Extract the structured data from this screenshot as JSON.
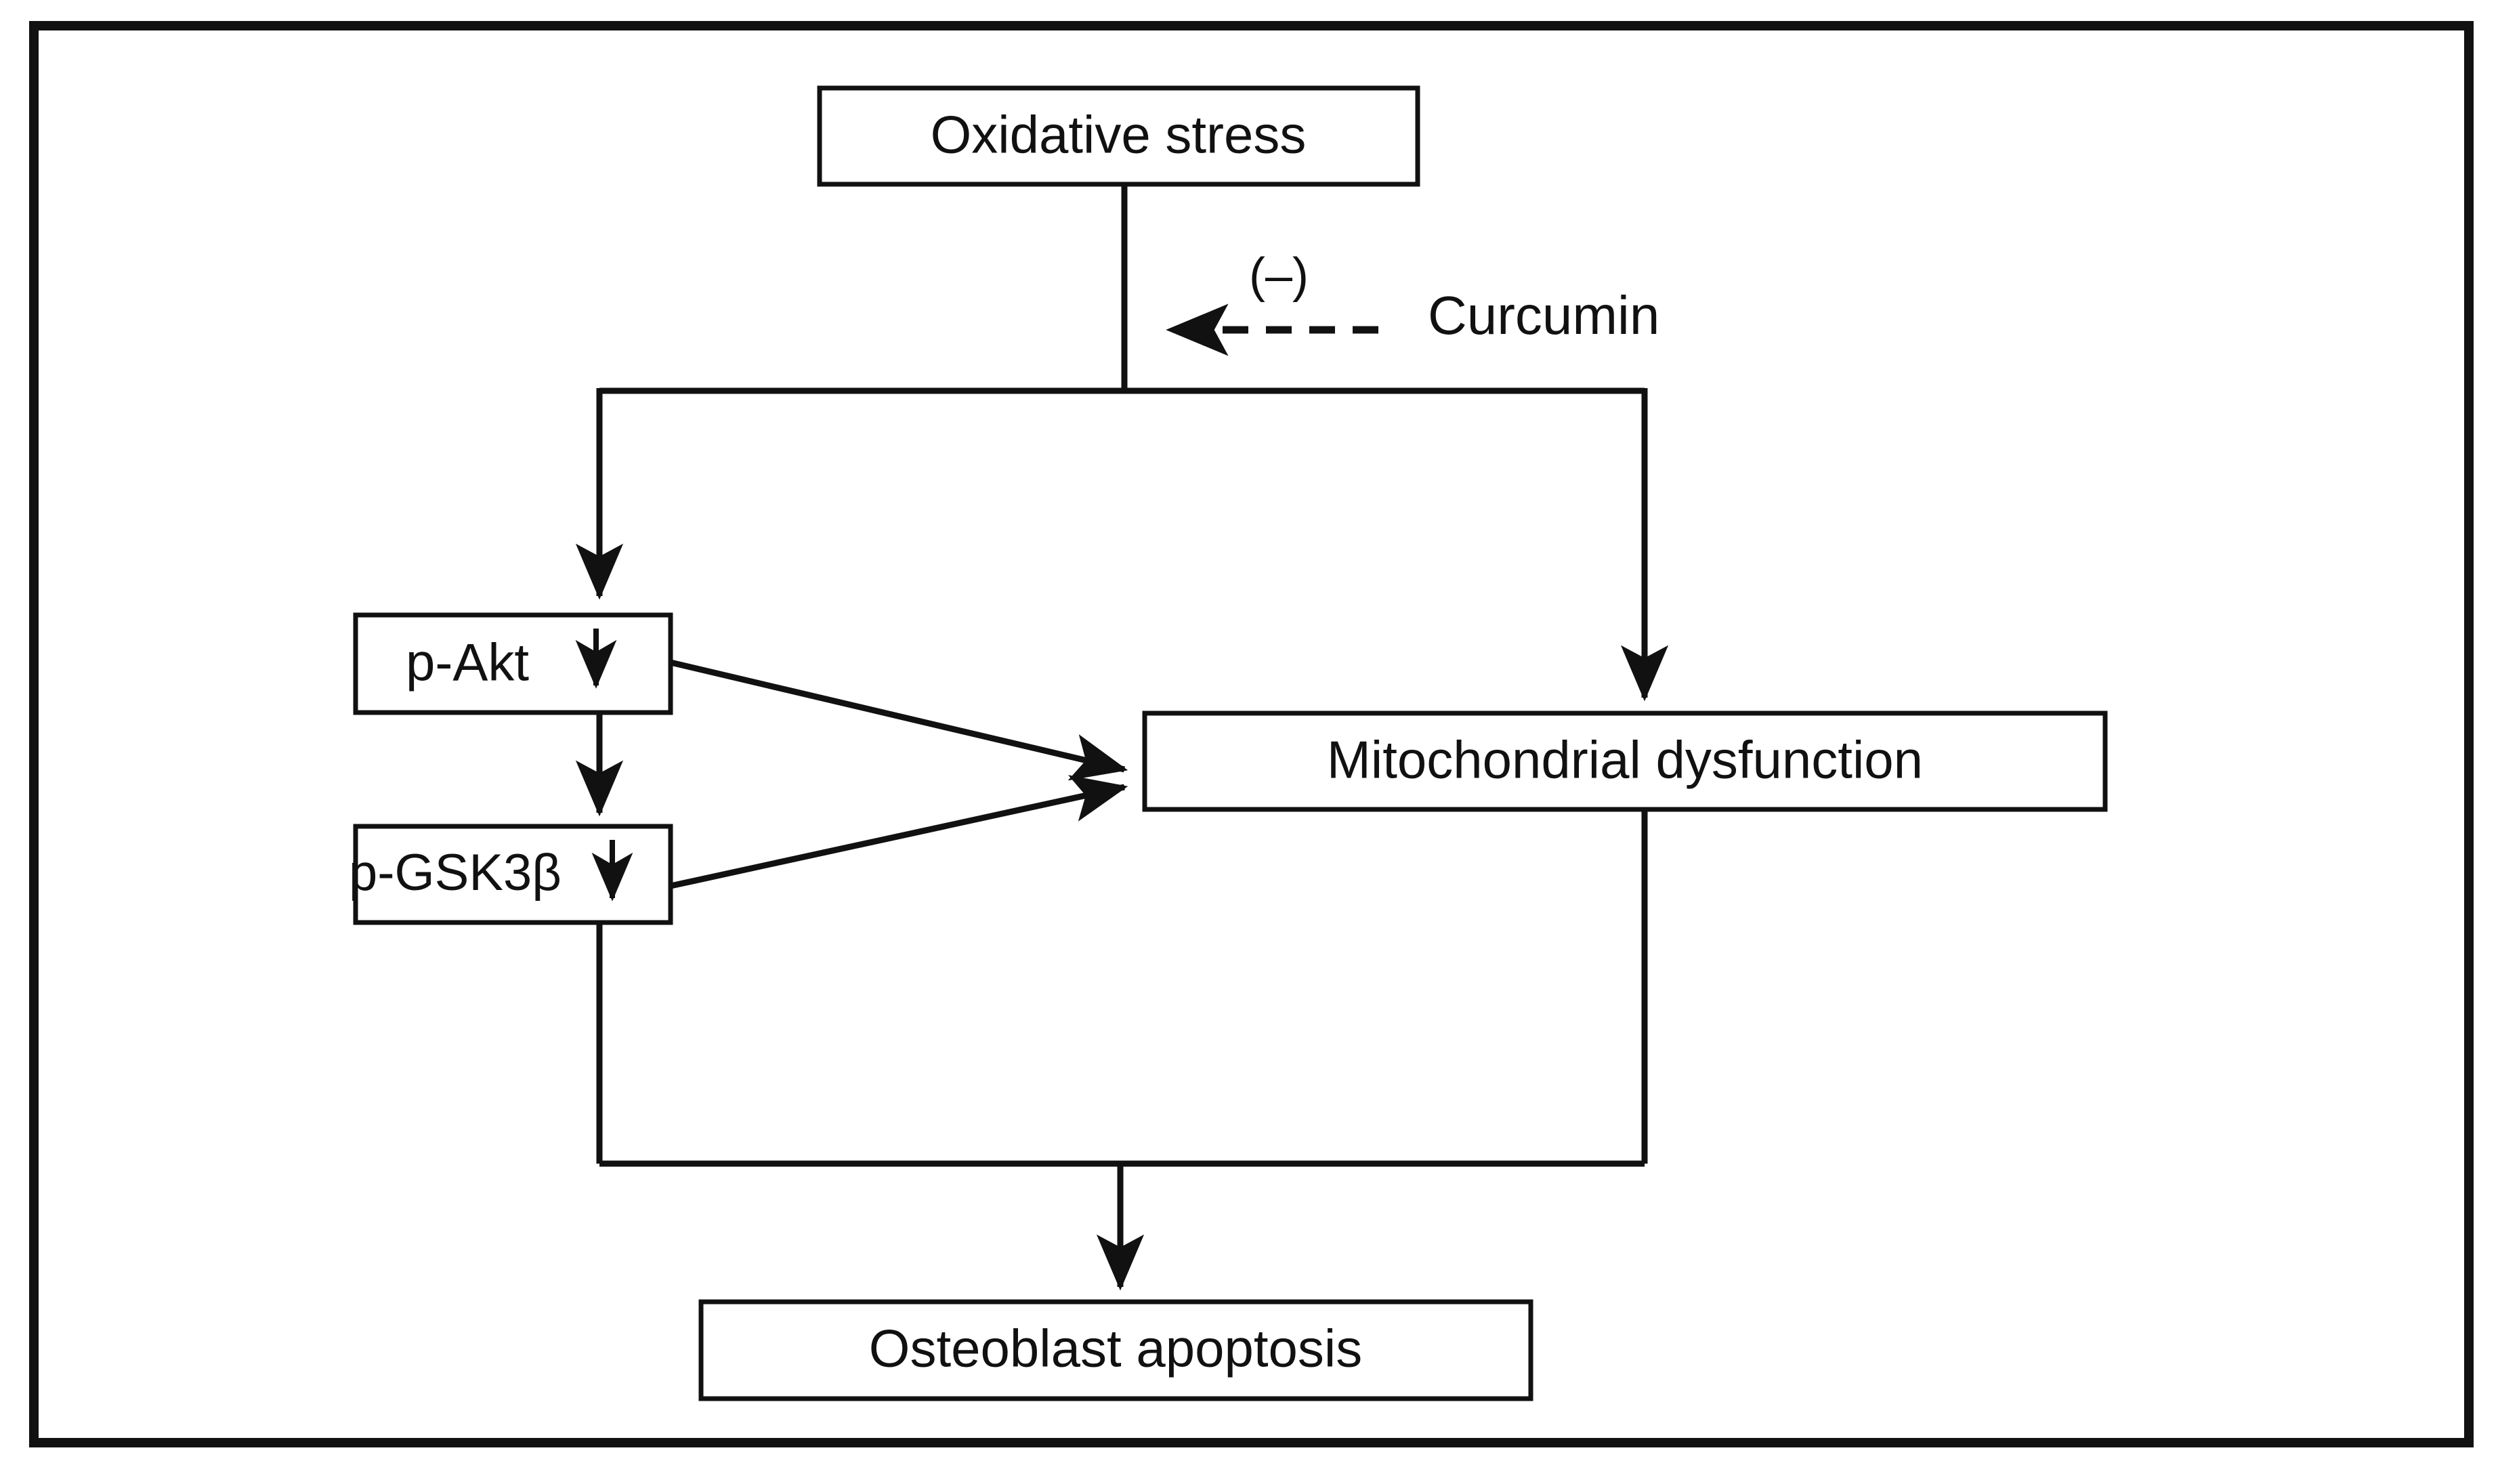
{
  "figure": {
    "kind": "signaling-pathway-flowchart",
    "background_color": "#ffffff",
    "line_color": "#111111",
    "frame": {
      "border_color": "#111111"
    }
  },
  "nodes": {
    "oxidative_stress": {
      "label": "Oxidative stress"
    },
    "p_akt": {
      "label": "p-Akt",
      "modifier_icon": "down-arrow"
    },
    "p_gsk3b": {
      "label": "p-GSK3β",
      "modifier_icon": "down-arrow"
    },
    "mitochondrial_dysfunction": {
      "label": "Mitochondrial dysfunction"
    },
    "osteoblast_apoptosis": {
      "label": "Osteoblast apoptosis"
    }
  },
  "annotations": {
    "curcumin": {
      "label": "Curcumin"
    },
    "inhibition_sign": {
      "label": "(–)"
    }
  },
  "edges": [
    {
      "from": "oxidative_stress",
      "to": "p_akt",
      "style": "solid",
      "head": "arrow"
    },
    {
      "from": "oxidative_stress",
      "to": "mitochondrial_dysfunction",
      "style": "solid",
      "head": "arrow"
    },
    {
      "from": "p_akt",
      "to": "p_gsk3b",
      "style": "solid",
      "head": "arrow"
    },
    {
      "from": "p_akt",
      "to": "mitochondrial_dysfunction",
      "style": "solid",
      "head": "arrow"
    },
    {
      "from": "p_gsk3b",
      "to": "mitochondrial_dysfunction",
      "style": "solid",
      "head": "arrow"
    },
    {
      "from": "p_gsk3b",
      "to": "osteoblast_apoptosis",
      "style": "solid",
      "head": "arrow"
    },
    {
      "from": "mitochondrial_dysfunction",
      "to": "osteoblast_apoptosis",
      "style": "solid",
      "head": "arrow"
    },
    {
      "from": "curcumin",
      "to": "oxidative_stress_branch",
      "style": "dashed",
      "head": "arrow",
      "sign": "(–)"
    }
  ]
}
